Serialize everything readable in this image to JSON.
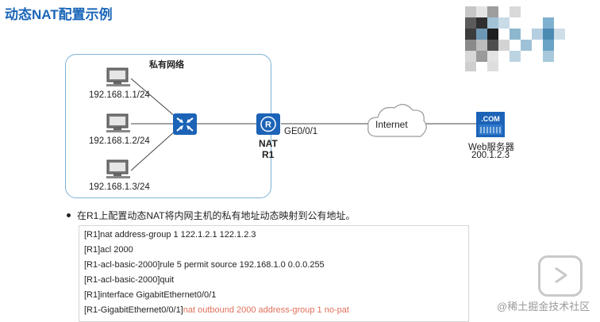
{
  "title": "动态NAT配置示例",
  "diagram": {
    "private_network_label": "私有网络",
    "hosts": [
      "192.168.1.1/24",
      "192.168.1.2/24",
      "192.168.1.3/24"
    ],
    "router_name": "NAT",
    "router_id": "R1",
    "interface_label": "GE0/0/1",
    "cloud_label": "Internet",
    "server_badge": ".COM",
    "server_name": "Web服务器",
    "server_ip": "200.1.2.3"
  },
  "bullet_text": "在R1上配置动态NAT将内网主机的私有地址动态映射到公有地址。",
  "cli": {
    "lines": [
      "[R1]nat address-group 1 122.1.2.1 122.1.2.3",
      "[R1]acl 2000",
      "[R1-acl-basic-2000]rule 5 permit source 192.168.1.0 0.0.0.255",
      "[R1-acl-basic-2000]quit",
      "[R1]interface GigabitEthernet0/0/1"
    ],
    "last_prefix": "[R1-GigabitEthernet0/0/1]",
    "last_highlight": "nat outbound 2000 address-group 1 no-pat"
  },
  "watermark": "@稀土掘金技术社区",
  "colors": {
    "title": "#1a66b8",
    "device": "#1c63b7",
    "highlight": "#e0705a",
    "box_border": "#7fb3d8"
  }
}
